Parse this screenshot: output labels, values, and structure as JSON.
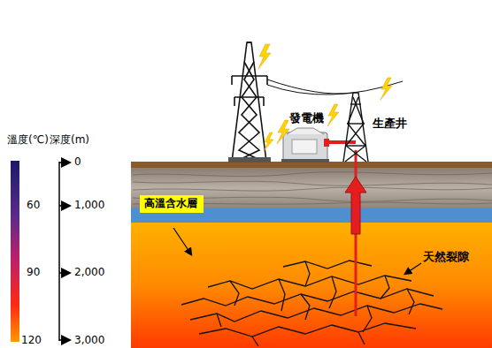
{
  "diagram": {
    "nodes": [
      {
        "text": [
          "高溫含水層"
        ]
      }
    ],
    "labels": [
      "溫度(℃)",
      "深度(m)",
      "0",
      "60",
      "1,000",
      "90",
      "2,000",
      "120",
      "3,000",
      "發電機",
      "生產井",
      "天然裂隙"
    ]
  }
}
